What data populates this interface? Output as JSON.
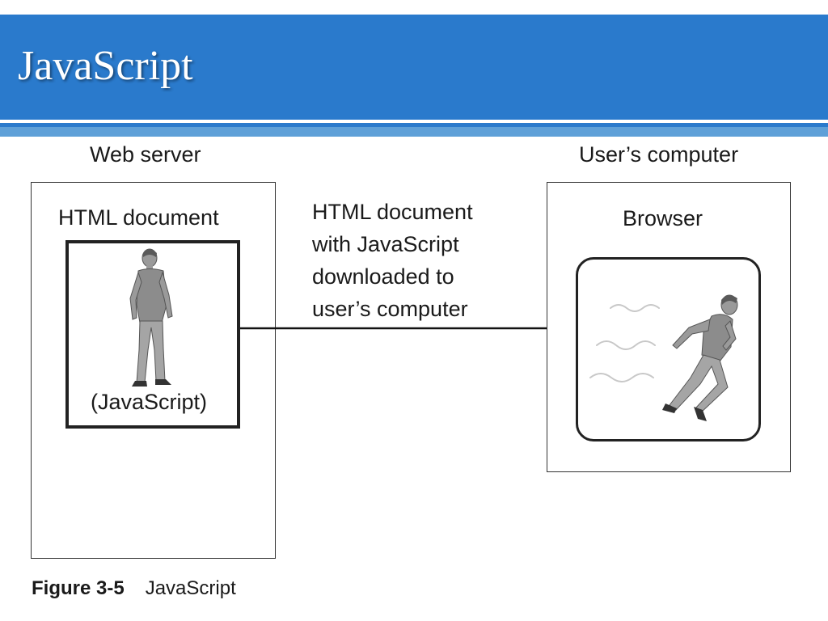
{
  "slide": {
    "title": "JavaScript"
  },
  "diagram": {
    "web_server": {
      "label": "Web server",
      "document_label": "HTML document",
      "script_label": "(JavaScript)"
    },
    "users_computer": {
      "label": "User’s computer",
      "browser_label": "Browser"
    },
    "transfer_label_lines": [
      "HTML document",
      "with JavaScript",
      "downloaded to",
      "user’s computer"
    ]
  },
  "caption": {
    "figure_number": "Figure 3-5",
    "text": "JavaScript"
  },
  "colors": {
    "title_bar": "#2a7acc",
    "stripe_light": "#5ea0d8"
  }
}
